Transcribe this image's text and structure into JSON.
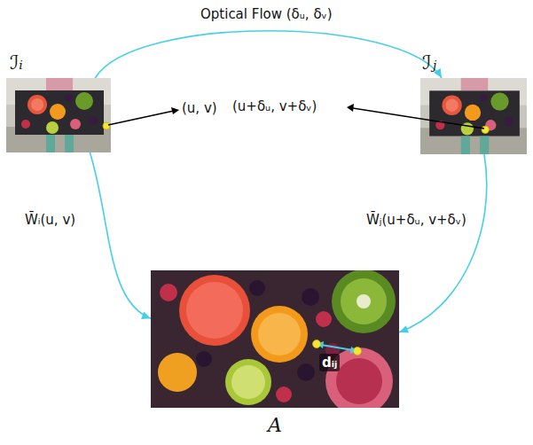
{
  "diagram": {
    "nodes": [
      {
        "text": [
          "ℐᵢ"
        ]
      },
      {
        "text": [
          "ℐⱼ"
        ]
      },
      {
        "text": [
          "A"
        ]
      }
    ],
    "edges": [
      {
        "from": 0,
        "to": 1,
        "arrow": "to",
        "label": "Optical Flow (δᵤ, δᵥ)"
      },
      {
        "from": 0,
        "to": 2,
        "arrow": "to",
        "label": "W̄ᵢ(u, v)"
      },
      {
        "from": 1,
        "to": 2,
        "arrow": "to",
        "label": "W̄ⱼ(u+δᵤ, v+δᵥ)"
      }
    ],
    "labels": [
      "(u, v)",
      "(u+δᵤ, v+δᵥ)",
      "dᵢⱼ"
    ]
  }
}
